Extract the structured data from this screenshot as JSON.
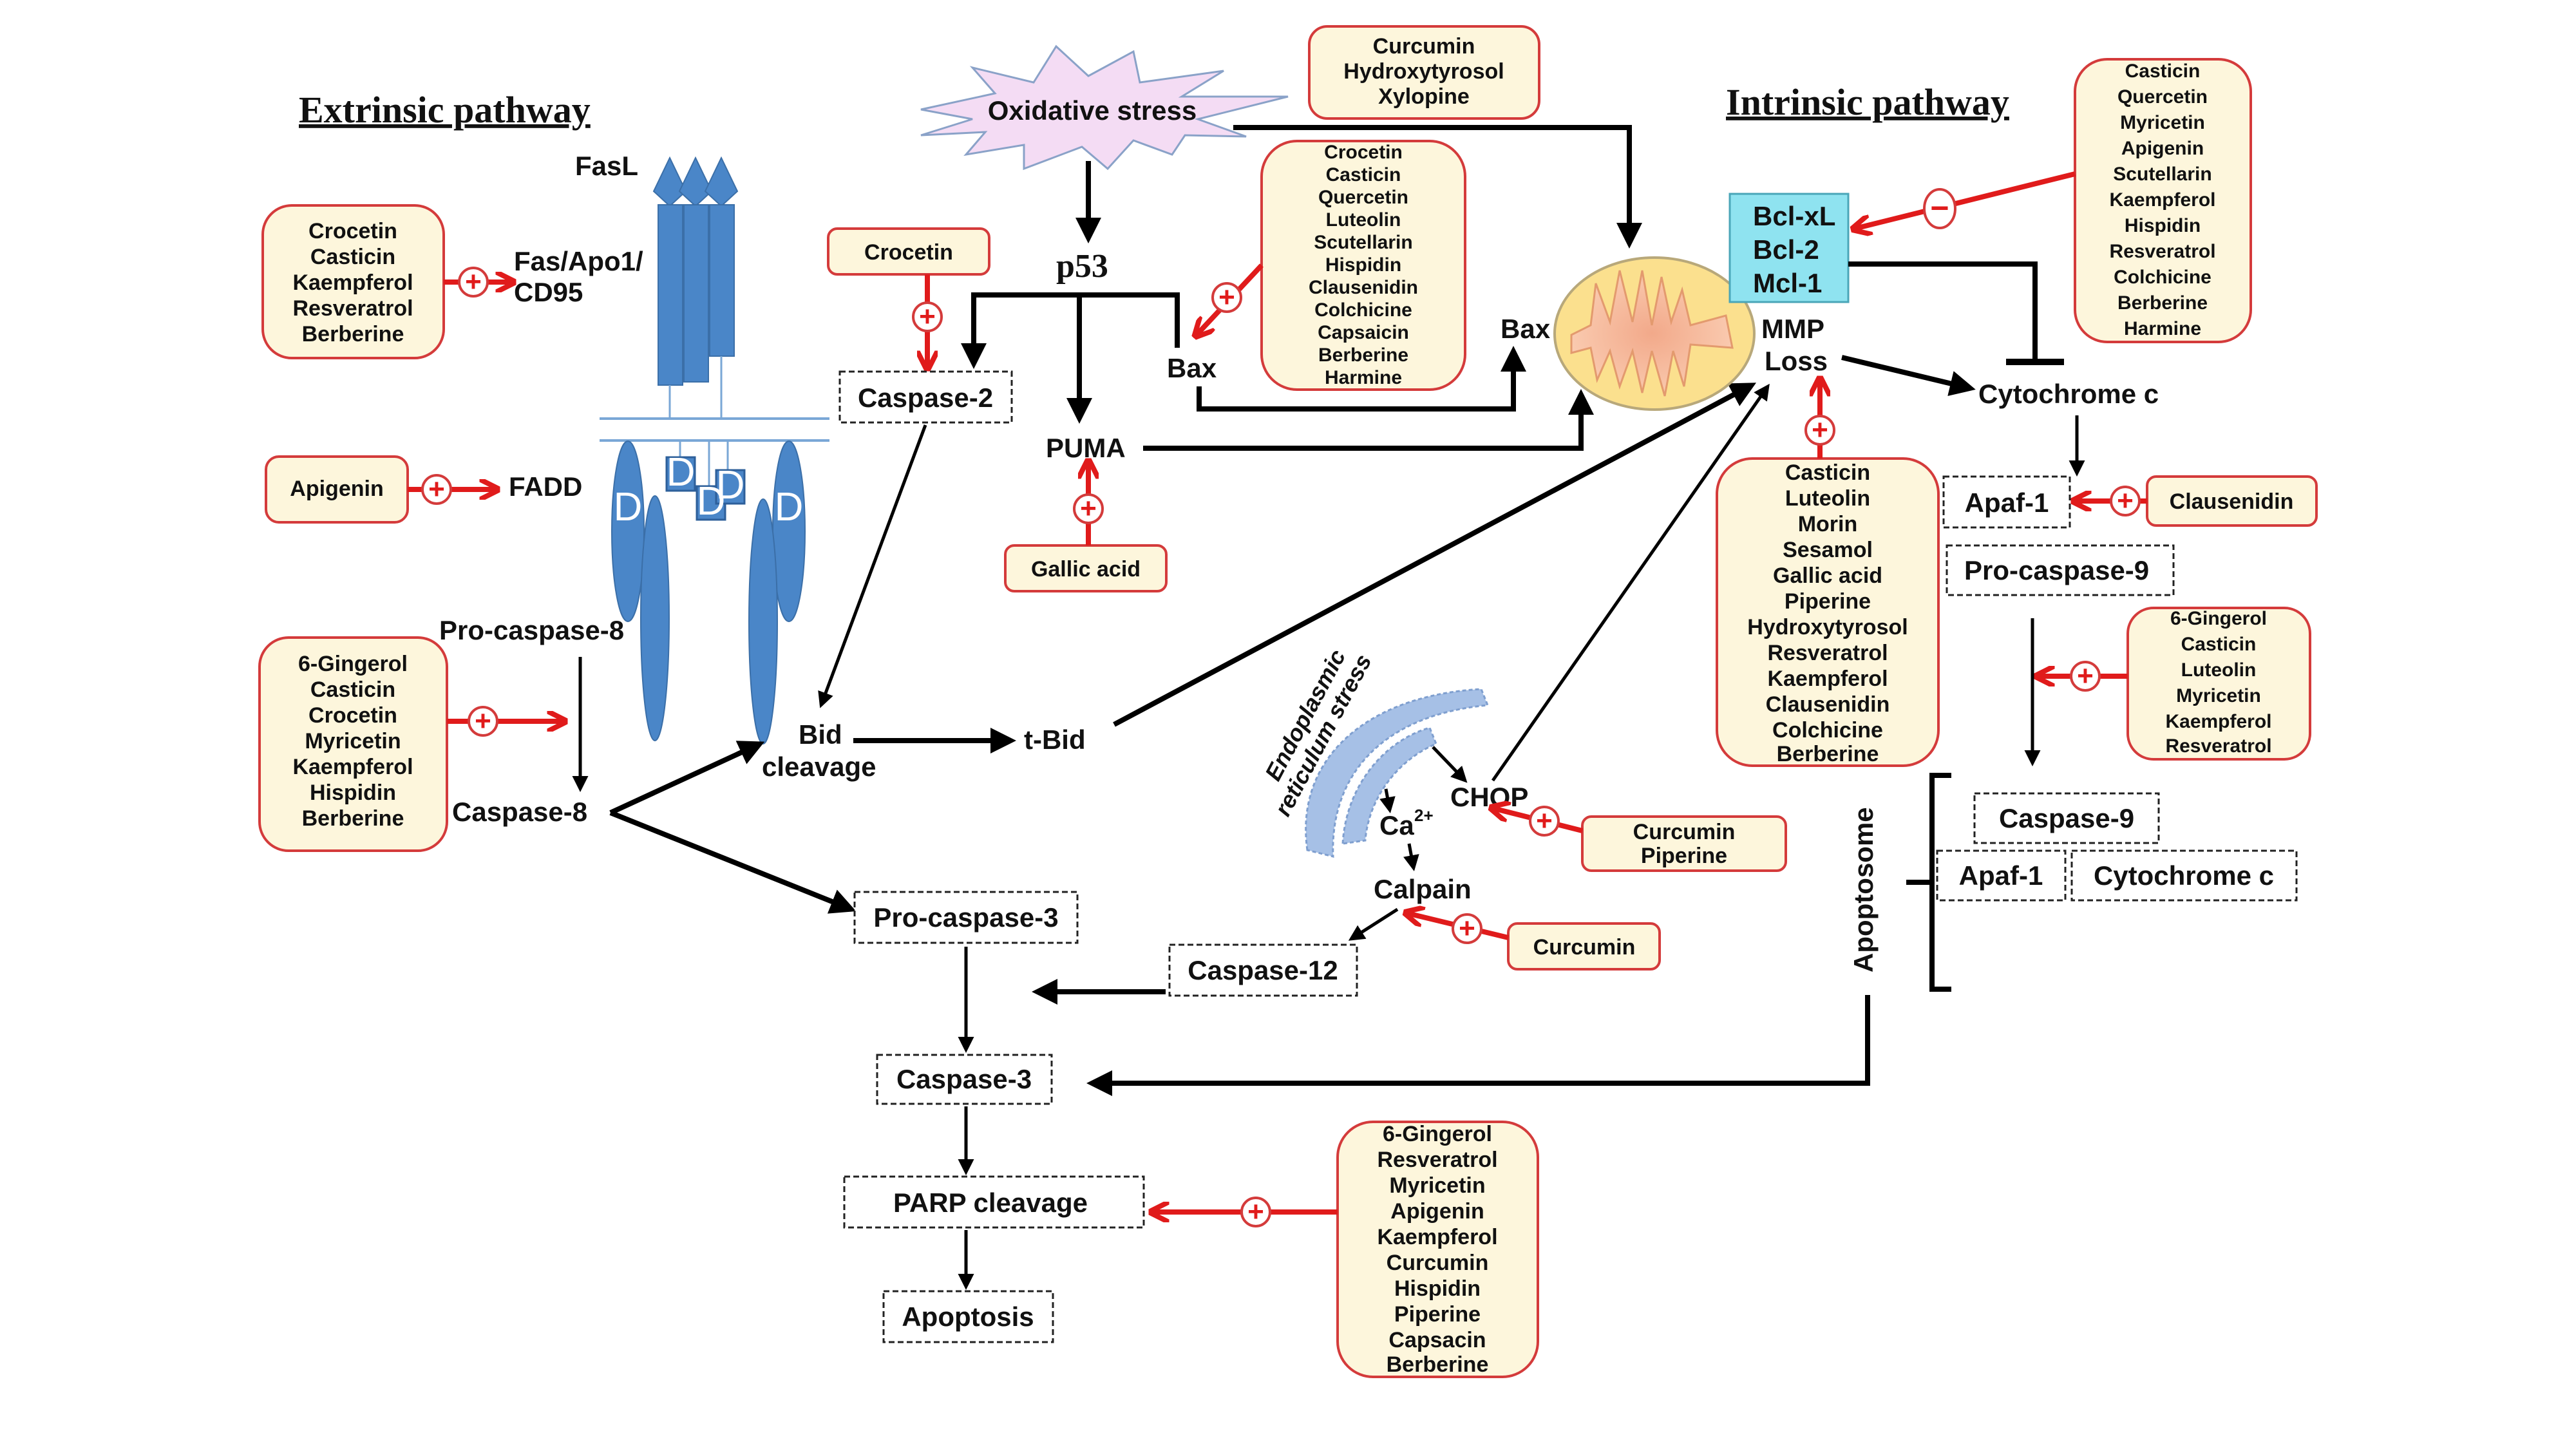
{
  "titles": {
    "extrinsic": "Extrinsic pathway",
    "intrinsic": "Intrinsic pathway"
  },
  "labels": {
    "fasl": "FasL",
    "fas_line1": "Fas/Apo1/",
    "fas_line2": "CD95",
    "fadd": "FADD",
    "death_domain": "D",
    "pro_caspase_8": "Pro-caspase-8",
    "caspase_8": "Caspase-8",
    "oxidative_stress": "Oxidative stress",
    "p53": "p53",
    "caspase_2": "Caspase-2",
    "bax_left": "Bax",
    "bax_right": "Bax",
    "puma": "PUMA",
    "bid_line1": "Bid",
    "bid_line2": "cleavage",
    "t_bid": "t-Bid",
    "bcl_xl": "Bcl-xL",
    "bcl_2": "Bcl-2",
    "mcl_1": "Mcl-1",
    "mmp_line1": "MMP",
    "mmp_line2": "Loss",
    "cytochrome_c": "Cytochrome c",
    "apaf1": "Apaf-1",
    "pro_caspase_9": "Pro-caspase-9",
    "er_line1": "Endoplasmic",
    "er_line2": "reticulum stress",
    "chop": "CHOP",
    "ca": "Ca",
    "ca_sup": "2+",
    "calpain": "Calpain",
    "caspase_12": "Caspase-12",
    "pro_caspase_3": "Pro-caspase-3",
    "caspase_3": "Caspase-3",
    "parp": "PARP  cleavage",
    "apoptosis": "Apoptosis",
    "apoptosome": "Apoptosome",
    "apoptosome_caspase_9": "Caspase-9",
    "apoptosome_apaf1": "Apaf-1",
    "apoptosome_cytc": "Cytochrome c"
  },
  "signs": {
    "activate": "+",
    "inhibit": "−"
  },
  "compound_boxes": {
    "fas": [
      "Crocetin",
      "Casticin",
      "Kaempferol",
      "Resveratrol",
      "Berberine"
    ],
    "fadd": [
      "Apigenin"
    ],
    "caspase8": [
      "6-Gingerol",
      "Casticin",
      "Crocetin",
      "Myricetin",
      "Kaempferol",
      "Hispidin",
      "Berberine"
    ],
    "oxidative": [
      "Curcumin",
      "Hydroxytyrosol",
      "Xylopine"
    ],
    "caspase2": [
      "Crocetin"
    ],
    "bax": [
      "Crocetin",
      "Casticin",
      "Quercetin",
      "Luteolin",
      "Scutellarin",
      "Hispidin",
      "Clausenidin",
      "Colchicine",
      "Capsaicin",
      "Berberine",
      "Harmine"
    ],
    "puma": [
      "Gallic acid"
    ],
    "bcl": [
      "Casticin",
      "Quercetin",
      "Myricetin",
      "Apigenin",
      "Scutellarin",
      "Kaempferol",
      "Hispidin",
      "Resveratrol",
      "Colchicine",
      "Berberine",
      "Harmine"
    ],
    "mmp": [
      "Casticin",
      "Luteolin",
      "Morin",
      "Sesamol",
      "Gallic acid",
      "Piperine",
      "Hydroxytyrosol",
      "Resveratrol",
      "Kaempferol",
      "Clausenidin",
      "Colchicine",
      "Berberine"
    ],
    "apaf1": [
      "Clausenidin"
    ],
    "caspase9": [
      "6-Gingerol",
      "Casticin",
      "Luteolin",
      "Myricetin",
      "Kaempferol",
      "Resveratrol"
    ],
    "chop": [
      "Curcumin",
      "Piperine"
    ],
    "calpain": [
      "Curcumin"
    ],
    "parp": [
      "6-Gingerol",
      "Resveratrol",
      "Myricetin",
      "Apigenin",
      "Kaempferol",
      "Curcumin",
      "Hispidin",
      "Piperine",
      "Capsacin",
      "Berberine"
    ]
  },
  "colors": {
    "compound_fill": "#fdf6dc",
    "compound_border": "#d43b3b",
    "activation_arrow": "#e01b1b",
    "receptor_blue": "#4a86c8",
    "bcl_box": "#8fe3f0",
    "stress_fill": "#f4dcf4",
    "mitochondria_outer": "#fbe08e",
    "mitochondria_inner": "#f7b89a"
  }
}
